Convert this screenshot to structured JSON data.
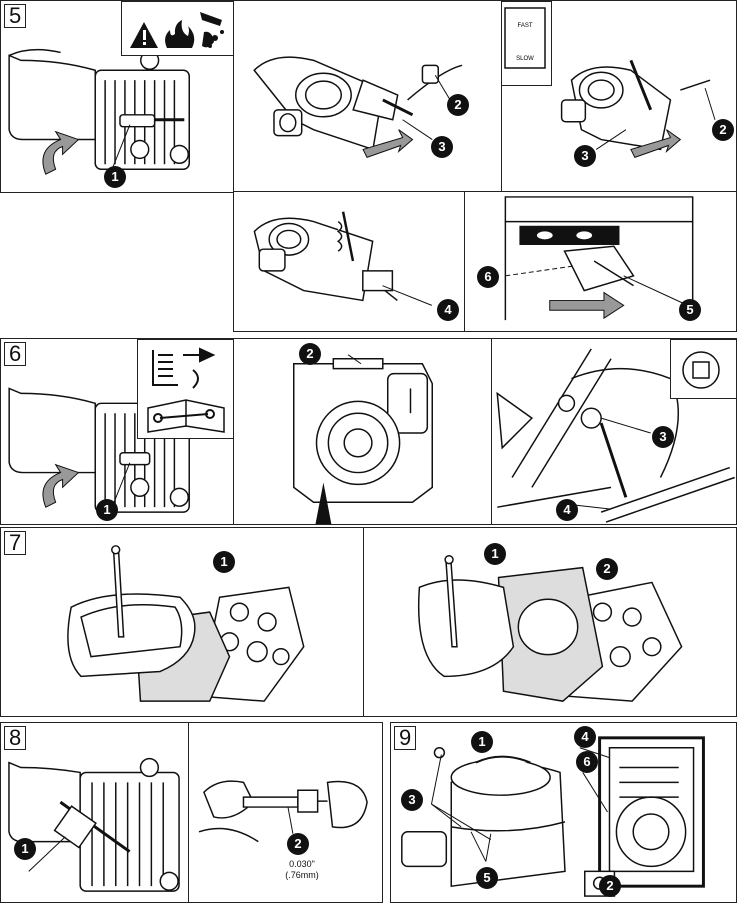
{
  "steps": [
    {
      "label": "5"
    },
    {
      "label": "6"
    },
    {
      "label": "7"
    },
    {
      "label": "8"
    },
    {
      "label": "9"
    }
  ],
  "callouts": {
    "s5a": "1",
    "s5b_2": "2",
    "s5b_3": "3",
    "s5c_2": "2",
    "s5c_3": "3",
    "s5d_4": "4",
    "s5e_6": "6",
    "s5e_5": "5",
    "s6a_1": "1",
    "s6b_2": "2",
    "s6c_3": "3",
    "s6c_4": "4",
    "s7a_1": "1",
    "s7b_1": "1",
    "s7b_2": "2",
    "s8a_1": "1",
    "s8b_2": "2",
    "s9_1": "1",
    "s9_3": "3",
    "s9_4": "4",
    "s9_6": "6",
    "s9_5": "5",
    "s9_2": "2"
  },
  "spark_gap": {
    "inches": "0.030\"",
    "mm": "(.76mm)"
  },
  "colors": {
    "ink": "#111111",
    "shade": "#9a9a9a",
    "panel_bg": "#ffffff"
  },
  "icons": [
    "warning-triangle-icon",
    "fire-icon",
    "hand-spray-icon",
    "choke-icon",
    "manual-book-icon",
    "wrench-icon",
    "turtle-icon",
    "rabbit-icon",
    "socket-icon"
  ]
}
